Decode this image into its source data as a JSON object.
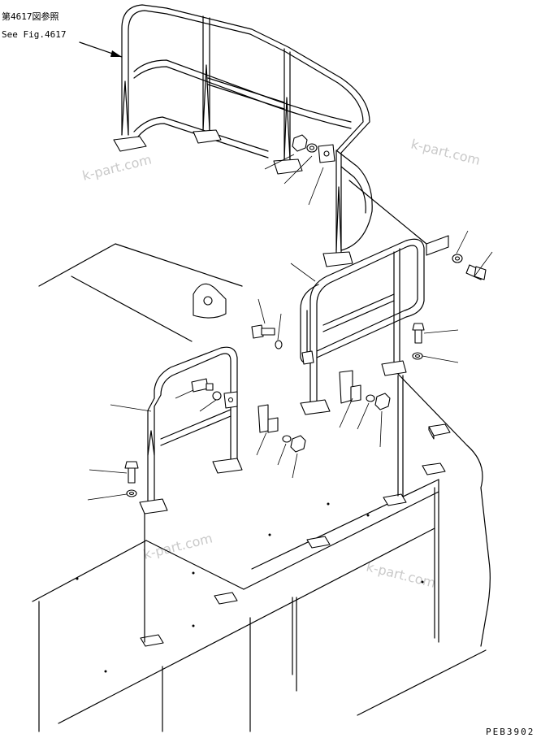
{
  "reference": {
    "line1": "第4617図参照",
    "line2": "See Fig.4617"
  },
  "drawing_code": "PEB3902",
  "watermarks": [
    "k-part.com",
    "k-part.com",
    "k-part.com",
    "k-part.com"
  ]
}
